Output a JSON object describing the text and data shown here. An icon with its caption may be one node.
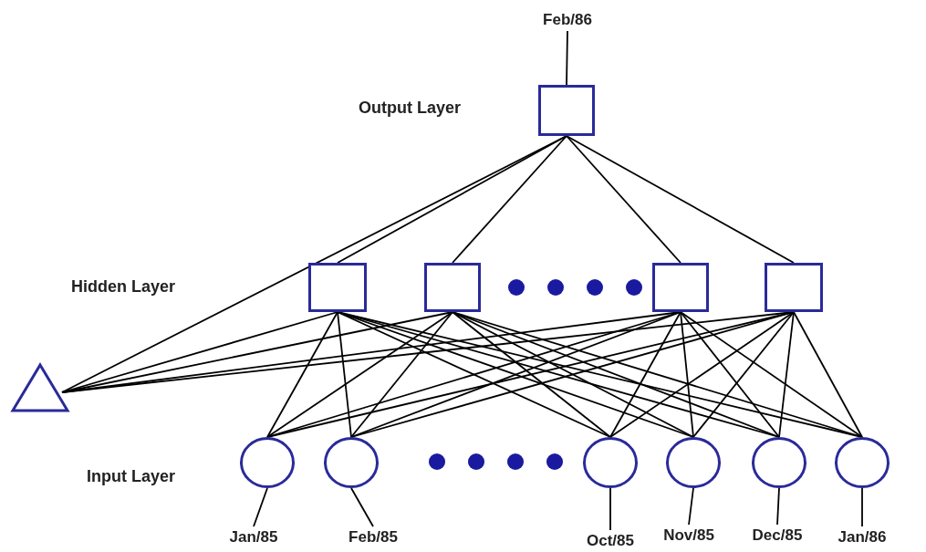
{
  "diagram": {
    "nodes": [
      {
        "text": [
          "Feb/86"
        ]
      },
      {
        "text": [],
        "shape": "box"
      },
      {
        "text": [],
        "shape": "box"
      },
      {
        "text": [],
        "shape": "box"
      },
      {
        "text": [],
        "shape": "box"
      },
      {
        "text": [],
        "shape": "box"
      },
      {
        "text": [],
        "shape": "triangle"
      },
      {
        "text": [],
        "shape": "circle"
      },
      {
        "text": [],
        "shape": "circle"
      },
      {
        "text": [],
        "shape": "circle"
      },
      {
        "text": [],
        "shape": "circle"
      },
      {
        "text": [],
        "shape": "circle"
      },
      {
        "text": [],
        "shape": "circle"
      },
      {
        "text": [
          "Jan/85"
        ]
      },
      {
        "text": [
          "Feb/85"
        ]
      },
      {
        "text": [
          "Oct/85"
        ]
      },
      {
        "text": [
          "Nov/85"
        ]
      },
      {
        "text": [
          "Dec/85"
        ]
      },
      {
        "text": [
          "Jan/86"
        ]
      }
    ],
    "edges": [
      {
        "from": 0,
        "to": 1,
        "arrow": "none"
      },
      {
        "from": 1,
        "to": 6,
        "arrow": "none"
      },
      {
        "from": 1,
        "to": 2,
        "arrow": "none"
      },
      {
        "from": 1,
        "to": 3,
        "arrow": "none"
      },
      {
        "from": 1,
        "to": 4,
        "arrow": "none"
      },
      {
        "from": 1,
        "to": 5,
        "arrow": "none"
      },
      {
        "from": 6,
        "to": 2,
        "arrow": "none"
      },
      {
        "from": 6,
        "to": 3,
        "arrow": "none"
      },
      {
        "from": 6,
        "to": 4,
        "arrow": "none"
      },
      {
        "from": 6,
        "to": 5,
        "arrow": "none"
      },
      {
        "from": 2,
        "to": 7,
        "arrow": "none"
      },
      {
        "from": 2,
        "to": 8,
        "arrow": "none"
      },
      {
        "from": 2,
        "to": 9,
        "arrow": "none"
      },
      {
        "from": 2,
        "to": 10,
        "arrow": "none"
      },
      {
        "from": 2,
        "to": 11,
        "arrow": "none"
      },
      {
        "from": 2,
        "to": 12,
        "arrow": "none"
      },
      {
        "from": 3,
        "to": 7,
        "arrow": "none"
      },
      {
        "from": 3,
        "to": 8,
        "arrow": "none"
      },
      {
        "from": 3,
        "to": 9,
        "arrow": "none"
      },
      {
        "from": 3,
        "to": 10,
        "arrow": "none"
      },
      {
        "from": 3,
        "to": 11,
        "arrow": "none"
      },
      {
        "from": 3,
        "to": 12,
        "arrow": "none"
      },
      {
        "from": 4,
        "to": 7,
        "arrow": "none"
      },
      {
        "from": 4,
        "to": 8,
        "arrow": "none"
      },
      {
        "from": 4,
        "to": 9,
        "arrow": "none"
      },
      {
        "from": 4,
        "to": 10,
        "arrow": "none"
      },
      {
        "from": 4,
        "to": 11,
        "arrow": "none"
      },
      {
        "from": 4,
        "to": 12,
        "arrow": "none"
      },
      {
        "from": 5,
        "to": 7,
        "arrow": "none"
      },
      {
        "from": 5,
        "to": 8,
        "arrow": "none"
      },
      {
        "from": 5,
        "to": 9,
        "arrow": "none"
      },
      {
        "from": 5,
        "to": 10,
        "arrow": "none"
      },
      {
        "from": 5,
        "to": 11,
        "arrow": "none"
      },
      {
        "from": 5,
        "to": 12,
        "arrow": "none"
      },
      {
        "from": 7,
        "to": 13,
        "arrow": "none"
      },
      {
        "from": 8,
        "to": 14,
        "arrow": "none"
      },
      {
        "from": 9,
        "to": 15,
        "arrow": "none"
      },
      {
        "from": 10,
        "to": 16,
        "arrow": "none"
      },
      {
        "from": 11,
        "to": 17,
        "arrow": "none"
      },
      {
        "from": 12,
        "to": 18,
        "arrow": "none"
      }
    ],
    "labels": [
      "Output Layer",
      "Hidden Layer",
      "Input Layer"
    ]
  }
}
